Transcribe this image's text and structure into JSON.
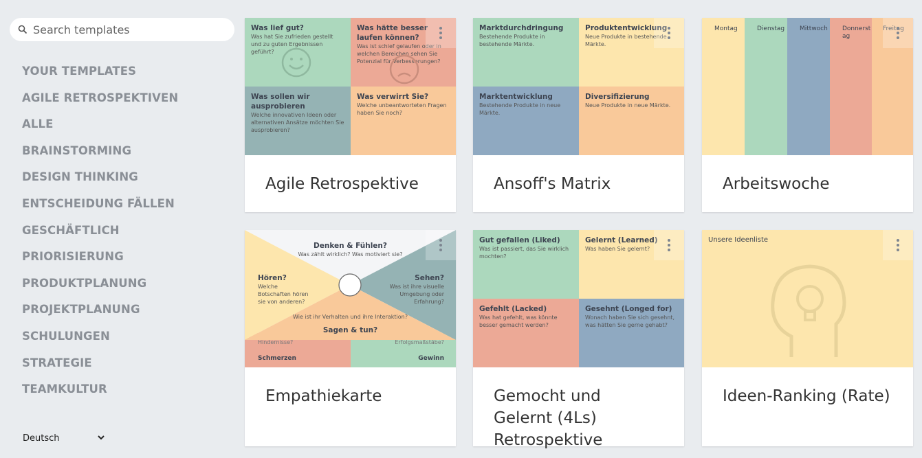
{
  "search": {
    "placeholder": "Search templates"
  },
  "nav": [
    "YOUR TEMPLATES",
    "AGILE RETROSPEKTIVEN",
    "ALLE",
    "BRAINSTORMING",
    "DESIGN THINKING",
    "ENTSCHEIDUNG FÄLLEN",
    "GESCHÄFTLICH",
    "PRIORISIERUNG",
    "PRODUKTPLANUNG",
    "PROJEKTPLANUNG",
    "SCHULUNGEN",
    "STRATEGIE",
    "TEAMKULTUR"
  ],
  "language": "Deutsch",
  "cards": [
    {
      "title": "Agile Retrospektive",
      "q": [
        {
          "h": "Was lief gut?",
          "t": "Was hat Sie zufrieden gestellt und zu guten Ergebnissen geführt?"
        },
        {
          "h": "Was hätte besser laufen können?",
          "t": "Was ist schief gelaufen oder in welchen Bereichen sehen Sie Potenzial für Verbesserungen?"
        },
        {
          "h": "Was sollen wir ausprobieren",
          "t": "Welche innovativen Ideen oder alternativen Ansätze möchten Sie ausprobieren?"
        },
        {
          "h": "Was verwirrt Sie?",
          "t": "Welche unbeantworteten Fragen haben Sie noch?"
        }
      ]
    },
    {
      "title": "Ansoff's Matrix",
      "q": [
        {
          "h": "Marktdurchdringung",
          "t": "Bestehende Produkte in bestehende Märkte."
        },
        {
          "h": "Produktentwicklung",
          "t": "Neue Produkte in bestehende Märkte."
        },
        {
          "h": "Marktentwicklung",
          "t": "Bestehende Produkte in neue Märkte."
        },
        {
          "h": "Diversifizierung",
          "t": "Neue Produkte in neue Märkte."
        }
      ]
    },
    {
      "title": "Arbeitswoche",
      "days": [
        "Montag",
        "Dienstag",
        "Mittwoch",
        "Donnerstag",
        "Freitag"
      ]
    },
    {
      "title": "Empathiekarte",
      "think": {
        "h": "Denken & Fühlen?",
        "t": "Was zählt wirklich? Was motiviert sie?"
      },
      "hear": {
        "h": "Hören?",
        "t": "Welche Botschaften hören sie von anderen?"
      },
      "see": {
        "h": "Sehen?",
        "t": "Was ist ihre visuelle Umgebung oder Erfahrung?"
      },
      "say": {
        "h": "Sagen & tun?",
        "t": "Wie ist ihr Verhalten und ihre Interaktion?"
      },
      "pain": "Schmerzen",
      "pain_sub": "Hindernisse?",
      "gain": "Gewinn",
      "gain_sub": "Erfolgsmaßstäbe?"
    },
    {
      "title": "Gemocht und Gelernt (4Ls) Retrospektive",
      "q": [
        {
          "h": "Gut gefallen (Liked)",
          "t": "Was ist passiert, das Sie wirklich mochten?"
        },
        {
          "h": "Gelernt (Learned)",
          "t": "Was haben Sie gelernt?"
        },
        {
          "h": "Gefehlt (Lacked)",
          "t": "Was hat gefehlt, was könnte besser gemacht werden?"
        },
        {
          "h": "Gesehnt (Longed for)",
          "t": "Wonach haben Sie sich gesehnt, was hätten Sie gerne gehabt?"
        }
      ]
    },
    {
      "title": "Ideen-Ranking (Rate)",
      "label": "Unsere Ideenliste"
    }
  ]
}
